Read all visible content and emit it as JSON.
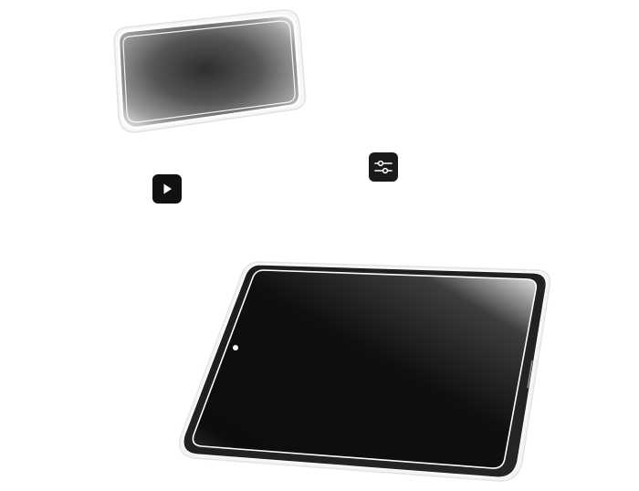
{
  "scene": {
    "background_color": "#ffffff",
    "devices": [
      {
        "name": "phone",
        "orientation": "landscape",
        "screen_state": "off"
      },
      {
        "name": "tablet",
        "orientation": "landscape",
        "screen_state": "off"
      }
    ]
  },
  "icons": {
    "play": {
      "icon_name": "play-icon",
      "tile_color": "#111111",
      "glyph_color": "#ffffff"
    },
    "settings": {
      "icon_name": "sliders-icon",
      "tile_color": "#1a1a1a",
      "glyph_color": "#ffffff"
    }
  }
}
